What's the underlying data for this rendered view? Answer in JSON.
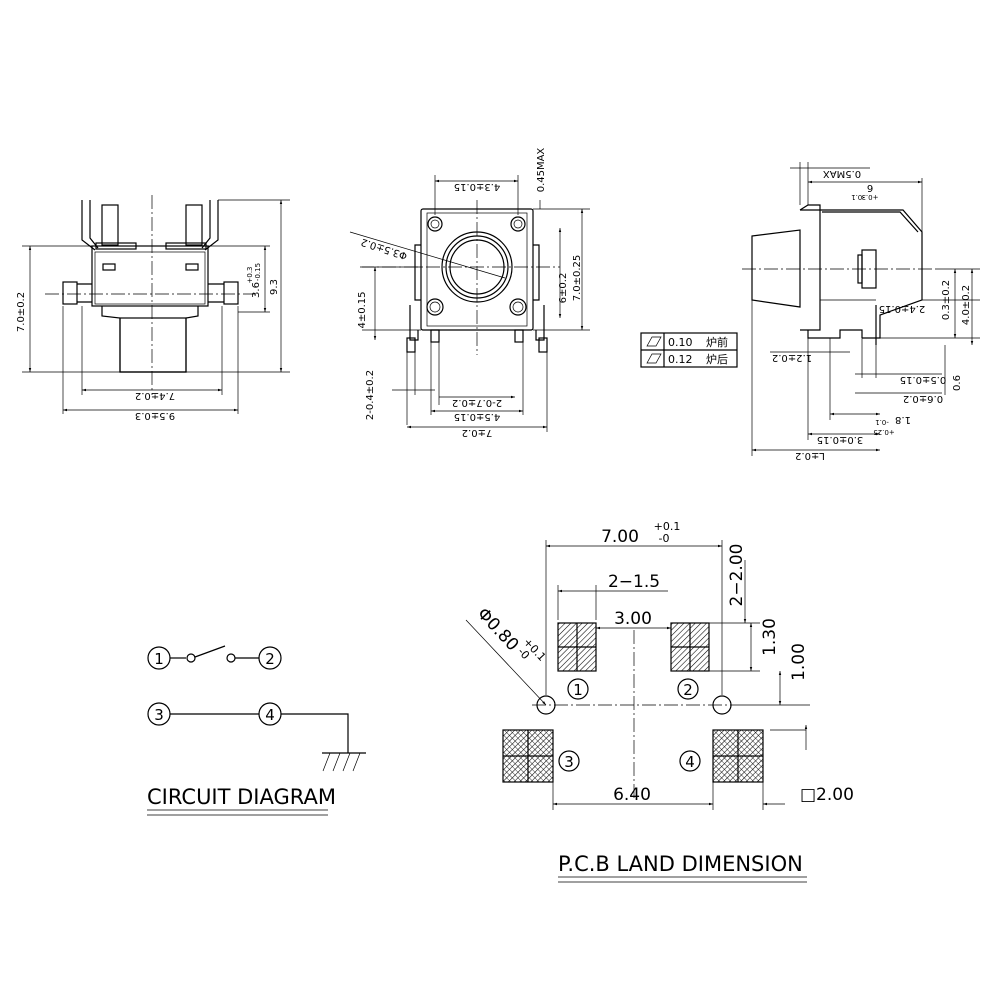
{
  "front_view": {
    "dim_height": "7.0±0.2",
    "dim_stem": "3.6",
    "dim_stem_tol_plus": "+0.3",
    "dim_stem_tol_minus": "-0.15",
    "dim_total_height": "9.3",
    "dim_inner_width": "7.4±0.2",
    "dim_outer_width": "9.5±0.3"
  },
  "top_view": {
    "dim_hole_pitch": "4.3±0.15",
    "dim_max": "0.45MAX",
    "dim_diameter": "Φ3.5±0.2",
    "dim_height_6": "6±0.2",
    "dim_height_7": "7.0±0.25",
    "dim_4": "4±0.15",
    "dim_pin": "2-0.4±0.2",
    "dim_pin2": "2-0.7±0.2",
    "dim_pitch45": "4.5±0.15",
    "dim_width7": "7±0.2"
  },
  "side_view": {
    "dim_05max": "0.5MAX",
    "dim_6": "6",
    "dim_6_tol_plus": "+0.3",
    "dim_6_tol_minus": "-0.1",
    "dim_24": "2.4±0.15",
    "dim_03": "0.3±0.2",
    "dim_40": "4.0±0.2",
    "dim_12": "1.2±0.2",
    "dim_05": "0.5±0.15",
    "dim_06a": "0.6±0.2",
    "dim_06": "0.6",
    "dim_18": "1.8",
    "dim_18_tol_plus": "+0.25",
    "dim_18_tol_minus": "-0.1",
    "dim_30": "3.0±0.15",
    "dim_L": "L±0.2"
  },
  "flatness_table": {
    "rows": [
      {
        "value": "0.10",
        "label": "炉前"
      },
      {
        "value": "0.12",
        "label": "炉后"
      }
    ]
  },
  "circuit": {
    "title": "CIRCUIT DIAGRAM",
    "pins": [
      "1",
      "2",
      "3",
      "4"
    ]
  },
  "pcb": {
    "title": "P.C.B LAND DIMENSION",
    "dim_width": "7.00",
    "dim_width_tol_plus": "+0.1",
    "dim_width_tol_minus": "-0",
    "dim_pad_w": "2−1.5",
    "dim_pad_gap": "3.00",
    "dim_pad_h": "2−2.00",
    "dim_130": "1.30",
    "dim_100": "1.00",
    "dim_hole": "Φ0.80",
    "dim_hole_tol_plus": "+0.1",
    "dim_hole_tol_minus": "-0",
    "dim_640": "6.40",
    "dim_square": "□2.00",
    "pad_labels": [
      "1",
      "2",
      "3",
      "4"
    ]
  }
}
